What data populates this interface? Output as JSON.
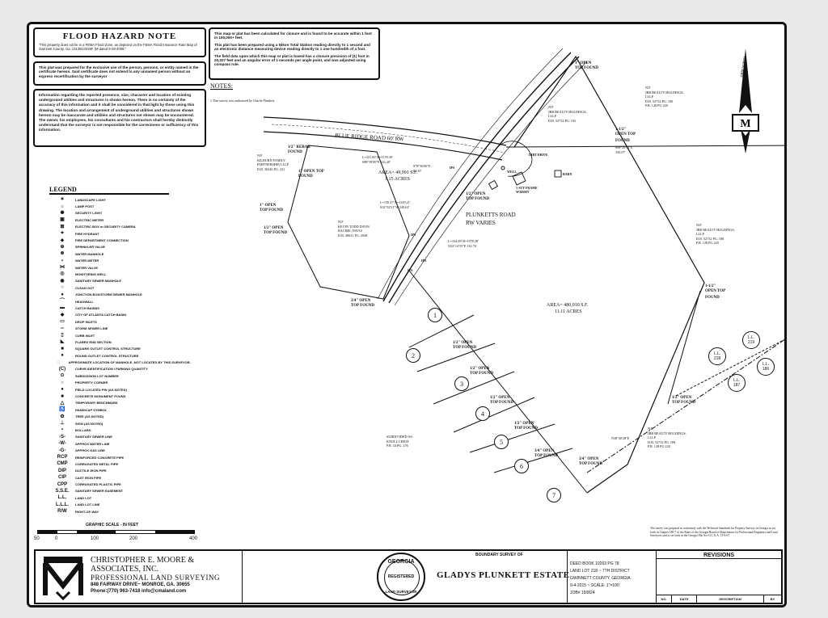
{
  "flood_note": {
    "title": "FLOOD HAZARD NOTE",
    "text": "\"This property does not lie in a FEMA Flood Zone, as depicted on the FEMA Flood Insurance Rate Map of Gwinnett County, Ga. 13135C0029F (M dated 9-29-2006.\"",
    "text2": "This plat was prepared for the exclusive use of the person, persons, or entity named in the certificate hereon. Said certificate does not extend to any unnamed person without an express recertification by the surveyor",
    "text3": "Information regarding the reported presence, size, character and location of existing underground utilities and structures is shown hereon. There is no certainty of the accuracy of this information and it shall be considered in that light by those using this drawing. The location and arrangement of underground utilities and structures shown hereon may be inaccurate and utilities and structures not shown may be encountered. The owner, his employees, his consultants and his contractors shall hereby distinctly understand that the surveyor is not responsible for the correctness or sufficiency of this information."
  },
  "closure_note": {
    "p1": "This map or plat has been calculated for closure and is found to be accurate within 1 foot in 100,000+ feet.",
    "p2": "This plat has been prepared using a Nikon Total Station reading directly to 1 second and an electronic distance measuring device reading directly to 1 one hundredth of a foot.",
    "p3": "The field data upon which this map or plat is based has a closure precision of (1) foot in 20,327 feet and an angular error of 1 seconds per angle point, and was adjusted using compass rule."
  },
  "notes": {
    "title": "NOTES:",
    "text": "1.This survey was authorized by Charlie Plunkett."
  },
  "legend": {
    "title": "LEGEND",
    "items": [
      {
        "sym": "✶",
        "label": "LANDSCAPE LIGHT"
      },
      {
        "sym": "☼",
        "label": "LAMP POST"
      },
      {
        "sym": "✺",
        "label": "SECURITY LIGHT"
      },
      {
        "sym": "▣",
        "label": "ELECTRIC METER"
      },
      {
        "sym": "⊠",
        "label": "ELECTRIC BOX or SECURITY CAMERA"
      },
      {
        "sym": "✦",
        "label": "FIRE HYDRANT"
      },
      {
        "sym": "⬥",
        "label": "FIRE DEPARTMENT CONNECTION"
      },
      {
        "sym": "⊕",
        "label": "SPRINKLER VALVE"
      },
      {
        "sym": "⊗",
        "label": "WATER MANHOLE"
      },
      {
        "sym": "▪",
        "label": "WATER METER"
      },
      {
        "sym": "⋈",
        "label": "WATER VALVE"
      },
      {
        "sym": "◎",
        "label": "MONITORING WELL"
      },
      {
        "sym": "◉",
        "label": "SANITARY SEWER MANHOLE"
      },
      {
        "sym": "○",
        "label": "CLEAN OUT"
      },
      {
        "sym": "●",
        "label": "JUNCTION BOX/STORM SEWER MANHOLE"
      },
      {
        "sym": "⌒",
        "label": "HEADWALL"
      },
      {
        "sym": "▬",
        "label": "CATCH BASINS"
      },
      {
        "sym": "◆",
        "label": "CITY OF ATLANTA CATCH BASIN"
      },
      {
        "sym": "▭",
        "label": "DROP INLETS"
      },
      {
        "sym": "═",
        "label": "STORM SEWER LINE"
      },
      {
        "sym": "▯",
        "label": "CURB INLET"
      },
      {
        "sym": "◣",
        "label": "FLARED END SECTION"
      },
      {
        "sym": "■",
        "label": "SQUARE OUTLET CONTROL STRUCTURE"
      },
      {
        "sym": "●",
        "label": "ROUND OUTLET CONTROL STRUCTURE"
      },
      {
        "sym": "◌",
        "label": "APPROXIMATE LOCATION OF MANHOLE -NOT LOCATED BY THIS SURVEYOR-"
      },
      {
        "sym": "(C)",
        "label": "CURVE IDENTIFICATION / PARKING QUANTITY"
      },
      {
        "sym": "⊙",
        "label": "SUBDIVISION LOT NUMBER"
      },
      {
        "sym": "○",
        "label": "PROPERTY CORNER"
      },
      {
        "sym": "●",
        "label": "FIELD LOCATED PIN (AS NOTED)"
      },
      {
        "sym": "■",
        "label": "CONCRETE MONUMENT FOUND"
      },
      {
        "sym": "△",
        "label": "TEMPORARY BENCHMARK"
      },
      {
        "sym": "♿",
        "label": "HANDICAP SYMBOL"
      },
      {
        "sym": "✿",
        "label": "TREE (AS NOTED)"
      },
      {
        "sym": "⊥",
        "label": "SIGN (AS NOTED)"
      },
      {
        "sym": "•",
        "label": "BOLLARD"
      },
      {
        "sym": "-S-",
        "label": "SANITARY SEWER LINE"
      },
      {
        "sym": "-W-",
        "label": "APPROX WATER LINE"
      },
      {
        "sym": "-G-",
        "label": "APPROX GAS LINE"
      },
      {
        "sym": "RCP",
        "label": "REINFORCED CONCRETE PIPE"
      },
      {
        "sym": "CMP",
        "label": "CORRUGATED METAL PIPE"
      },
      {
        "sym": "DIP",
        "label": "DUCTILE IRON PIPE"
      },
      {
        "sym": "CIP",
        "label": "CAST IRON PIPE"
      },
      {
        "sym": "CPP",
        "label": "CORRUGATED PLASTIC PIPE"
      },
      {
        "sym": "S.S.E.",
        "label": "SANITARY SEWER EASEMENT"
      },
      {
        "sym": "L.L.",
        "label": "LAND LOT"
      },
      {
        "sym": "L.L.L.",
        "label": "LAND LOT LINE"
      },
      {
        "sym": "R/W",
        "label": "RIGHT-OF-WAY"
      }
    ]
  },
  "scale": {
    "title": "GRAPHIC SCALE - IN FEET",
    "labels": [
      "50",
      "0",
      "100",
      "200",
      "400"
    ]
  },
  "plat": {
    "road1": "BLUE RIDGE ROAD 60' RW",
    "road2": "PLUNKETTS ROAD",
    "road2b": "RW VARIES",
    "area1": "AREA= 49,991 S.F.",
    "area1b": "1.15 ACRES",
    "area2": "AREA= 480,010 S.F.",
    "area2b": "11.11 ACRES",
    "pins": [
      {
        "key": "p1",
        "t1": "1/2\" REBAR",
        "t2": "FOUND"
      },
      {
        "key": "p2",
        "t1": "1\" OPEN TOP",
        "t2": "FOUND"
      },
      {
        "key": "p3",
        "t1": "1\" OPEN",
        "t2": "TOP FOUND"
      },
      {
        "key": "p4",
        "t1": "1/2\" OPEN",
        "t2": "TOP FOUND"
      },
      {
        "key": "p5",
        "t1": "3/4\" OPEN",
        "t2": "TOP FOUND"
      },
      {
        "key": "p6",
        "t1": "1\" OPEN",
        "t2": "TOP FOUND"
      },
      {
        "key": "p7",
        "t1": "1-1/2\"",
        "t2": "OPEN TOP"
      },
      {
        "key": "p7b",
        "t1": "FOUND",
        "t2": ""
      },
      {
        "key": "p8",
        "t1": "1/2\" OPEN",
        "t2": "TOP FOUND"
      },
      {
        "key": "p9",
        "t1": "1-1/2\"",
        "t2": "OPEN TOP"
      },
      {
        "key": "p9b",
        "t1": "FOUND",
        "t2": ""
      },
      {
        "key": "p10",
        "t1": "1/2\" OPEN",
        "t2": "TOP FOUND"
      },
      {
        "key": "p11",
        "t1": "1/2\" OPEN",
        "t2": "TOP FOUND"
      },
      {
        "key": "p12",
        "t1": "1/2\" OPEN",
        "t2": "TOP FOUND"
      },
      {
        "key": "p13",
        "t1": "1/2\" OPEN",
        "t2": "TOP FOUND"
      },
      {
        "key": "p14",
        "t1": "3/4\" OPEN",
        "t2": "TOP FOUND"
      },
      {
        "key": "p15",
        "t1": "3/4\" OPEN",
        "t2": "TOP FOUND"
      },
      {
        "key": "p16",
        "t1": "1/2\" OPEN",
        "t2": "TOP FOUND"
      }
    ],
    "owners": [
      {
        "key": "o1",
        "lines": [
          "N/F",
          "KILBURN FAMILY",
          "PARTNERSHIP, LLLP",
          "D.B. 30246 PG. 231"
        ]
      },
      {
        "key": "o2",
        "lines": [
          "N/F",
          "KEVIN TODD DAVIS",
          "RACHEL DAVIS",
          "D.B. 49631 PG. 2948"
        ]
      },
      {
        "key": "o3",
        "lines": [
          "N/F",
          "JBR REALTY HOLDINGS,",
          "LLLP",
          "D.B. 52732 PG. 192"
        ]
      },
      {
        "key": "o4",
        "lines": [
          "N/F",
          "JBR REALTY HOLDINGS,",
          "LLLP",
          "D.B. 52732 PG. 180",
          "P.B. 128 PG 220"
        ]
      },
      {
        "key": "o5",
        "lines": [
          "N/F",
          "JBR REALTY HOLDINGS,",
          "LLLP",
          "D.B. 52732 PG. 188",
          "P.B. 128 PG 220"
        ]
      },
      {
        "key": "o6",
        "lines": [
          "N/F",
          "JBR REALTY HOLDINGS,",
          "LLLP",
          "D.B. 52732 PG. 189",
          "P.B. 128 PG 220"
        ]
      },
      {
        "key": "o7",
        "lines": [
          "SUBDIVIDED AS:",
          "KNOLL CREST",
          "P.B. 34 PG. 276"
        ]
      }
    ],
    "curves": [
      {
        "key": "c1",
        "lines": [
          "L=221.60' R=1178.38'",
          "S88°39'00\"E 221.20'"
        ]
      },
      {
        "key": "c2",
        "lines": [
          "S78°56'06\"E",
          "81.35'"
        ]
      },
      {
        "key": "c3",
        "lines": [
          "L=150.47' R=1149.21'",
          "S32°52'31\"W 249.62'"
        ]
      },
      {
        "key": "c4",
        "lines": [
          "L=334.09' R=1978.28'",
          "N32°14'33\"E 332.76'"
        ]
      },
      {
        "key": "c5",
        "lines": [
          "S88°29'51\"E",
          "330.07'"
        ]
      },
      {
        "key": "c6",
        "lines": [
          "N38°40'28\"E"
        ]
      }
    ],
    "features": [
      {
        "key": "f1",
        "t": "DIRT DRIVE"
      },
      {
        "key": "f2",
        "t": "BARN"
      },
      {
        "key": "f3",
        "t": "1-STY FRAME",
        "t2": "W/BSMT"
      },
      {
        "key": "f4",
        "t": "WELL"
      },
      {
        "key": "f5",
        "t": "IPS"
      },
      {
        "key": "f6",
        "t": "IPS"
      },
      {
        "key": "f7",
        "t": "IPS"
      },
      {
        "key": "f8",
        "t": "IPS"
      }
    ],
    "lots": [
      "1",
      "2",
      "3",
      "4",
      "5",
      "6",
      "7"
    ],
    "land_lots": [
      {
        "l1": "L.L.",
        "l2": "218"
      },
      {
        "l1": "L.L.",
        "l2": "219"
      },
      {
        "l1": "L.L.",
        "l2": "186"
      },
      {
        "l1": "L.L.",
        "l2": "187"
      }
    ]
  },
  "certification": "The survey was prepared in conformity with the Technical Standards for Property Surveys in Georgia as set forth in Chapter 180-7 of the Rules of the Georgia Board of Registration for Professional Engineers and Land Surveyors and as set forth in the Georgia Plat Act O.C.G.A. 15-6-67.",
  "title_block": {
    "firm_name": "CHRISTOPHER E. MOORE & ASSOCIATES, INC.",
    "firm_sub": "PROFESSIONAL LAND SURVEYING",
    "firm_addr": "848 FAIRWAY DRIVE~ MONROE, GA. 30655",
    "firm_phone": "Phone:(770) 963-7418  info@cmaland.com",
    "seal_top": "GEORGIA",
    "seal_mid": "REGISTERED",
    "seal_bot": "LAND SURVEYOR",
    "survey_head": "BOUNDARY SURVEY OF",
    "survey_title": "GLADYS PLUNKETT ESTATE",
    "deed": [
      "DEED BOOK 10263 PG 78",
      "LAND LOT 218 ~ 7TH DISTRICT",
      "GWINNETT COUNTY, GEORGIA",
      "9-4-2015 ~ SCALE: 1\"=100'",
      "JOB# 150824"
    ],
    "revisions_title": "REVISIONS",
    "rev_cols": [
      "NO.",
      "DATE",
      "DESCRIPTION",
      "BY"
    ]
  },
  "north": {
    "label": "GRID NORTH"
  }
}
